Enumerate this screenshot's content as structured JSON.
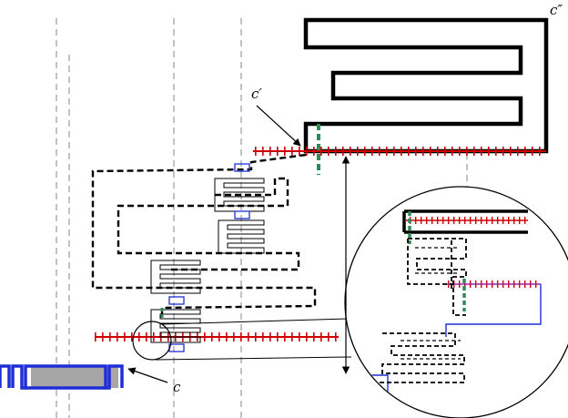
{
  "labels": {
    "c": "c",
    "c_prime": "c′",
    "c_double_prime": "c″"
  },
  "colors": {
    "outline": "#000000",
    "hatch": "#cc0000",
    "green": "#2e8b57",
    "blue": "#1f2fd6",
    "gray_fill": "#a6a6a6",
    "guide": "#9a9a9a"
  }
}
